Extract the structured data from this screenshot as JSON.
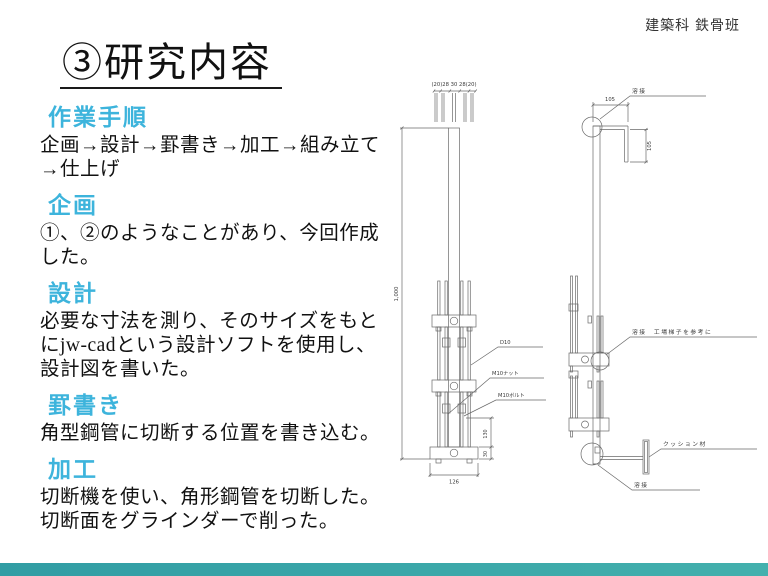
{
  "header": {
    "course": "建築科 鉄骨班"
  },
  "title": "③研究内容",
  "sections": [
    {
      "heading": "作業手順",
      "body": "企画→設計→罫書き→加工→組み立て\n→仕上げ"
    },
    {
      "heading": "企画",
      "body": "①、②のようなことがあり、今回作成\nした。"
    },
    {
      "heading": "設計",
      "body": "必要な寸法を測り、そのサイズをもと\nにjw-cadという設計ソフトを使用し、\n設計図を書いた。"
    },
    {
      "heading": "罫書き",
      "body": "角型鋼管に切断する位置を書き込む。"
    },
    {
      "heading": "加工",
      "body": "切断機を使い、角形鋼管を切断した。\n切断面をグラインダーで削った。"
    }
  ],
  "front_view": {
    "top_dim": "(20)28 30 28(20)",
    "height_dim": "1,000",
    "label_d10": "D10",
    "label_nut": "M10ナット",
    "label_bolt": "M10ボルト",
    "dim_130": "130",
    "dim_30": "30",
    "dim_126": "126"
  },
  "side_view": {
    "dim_top": "105",
    "dim_right": "105",
    "weld_top": "溶接",
    "weld_mid": "溶接　工場梯子を参考に",
    "cushion": "クッション材",
    "weld_bottom": "溶接"
  },
  "colors": {
    "accent": "#3db4dc",
    "footer_bar": "#38a5a9",
    "drawing_line": "#6a6a6a"
  }
}
